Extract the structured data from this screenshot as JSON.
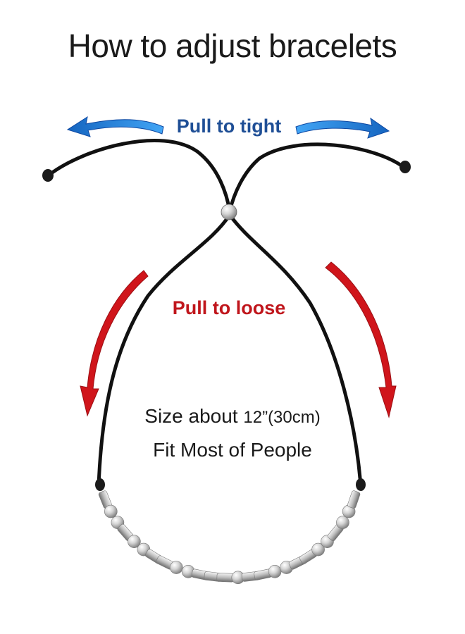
{
  "title": "How to adjust bracelets",
  "pull_tight_label": "Pull to tight",
  "pull_loose_label": "Pull to loose",
  "size": {
    "prefix": "Size about ",
    "value": "12”(30cm)"
  },
  "fit_label": "Fit Most of People",
  "colors": {
    "tight_arrow": "#1e88d6",
    "tight_text": "#1f4f96",
    "loose_arrow": "#d0151b",
    "loose_text": "#c0161c",
    "cord": "#111111",
    "bead": "#c9c9c9"
  }
}
